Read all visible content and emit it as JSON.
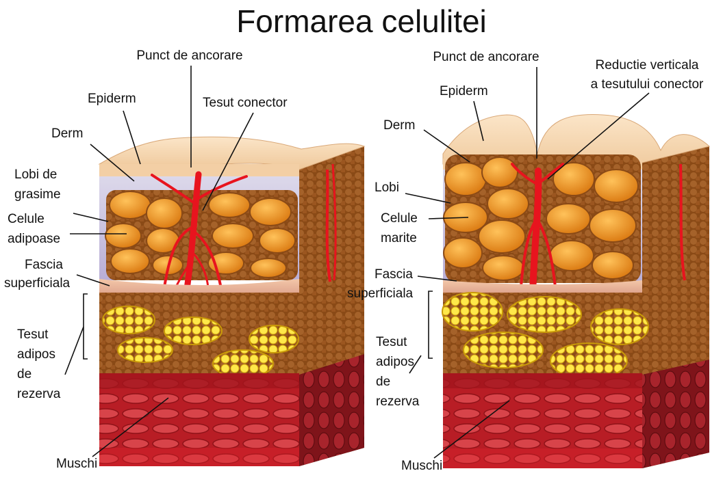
{
  "title": "Formarea celulitei",
  "left_labels": {
    "anchor_point": "Punct de ancorare",
    "epidermis": "Epiderm",
    "connective_tissue": "Tesut conector",
    "dermis": "Derm",
    "fat_lobes_1": "Lobi de",
    "fat_lobes_2": "grasime",
    "adipose_cells_1": "Celule",
    "adipose_cells_2": "adipoase",
    "fascia_1": "Fascia",
    "fascia_2": "superficiala",
    "reserve_1": "Tesut",
    "reserve_2": "adipos",
    "reserve_3": "de",
    "reserve_4": "rezerva",
    "muscle": "Muschi"
  },
  "right_labels": {
    "anchor_point": "Punct de ancorare",
    "vertical_reduction_1": "Reductie verticala",
    "vertical_reduction_2": "a tesutului conector",
    "epidermis": "Epiderm",
    "dermis": "Derm",
    "lobes": "Lobi",
    "enlarged_cells_1": "Celule",
    "enlarged_cells_2": "marite",
    "fascia_1": "Fascia",
    "fascia_2": "superficiala",
    "reserve_1": "Tesut",
    "reserve_2": "adipos",
    "reserve_3": "de",
    "reserve_4": "rezerva",
    "muscle": "Muschi"
  },
  "colors": {
    "epidermis": "#f5d7b3",
    "dermis": "#c9c2dc",
    "fat_lobe": "#e8921c",
    "connective": "#e8141e",
    "reserve_fat": "#f2d12b",
    "brown_tissue": "#9b5a1e",
    "muscle": "#c8202a"
  }
}
